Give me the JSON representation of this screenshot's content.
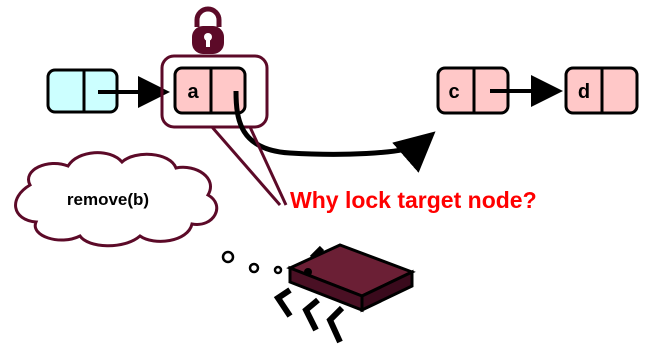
{
  "nodes": {
    "sentinel": {
      "label": ""
    },
    "a": {
      "label": "a"
    },
    "c": {
      "label": "c"
    },
    "d": {
      "label": "d"
    }
  },
  "question": {
    "text": "Why lock target node?",
    "color": "#ff0000"
  },
  "thought": {
    "text": "remove(b)"
  },
  "colors": {
    "node_fill": "#ffc8c8",
    "sentinel_fill": "#ccffff",
    "lock_color": "#5c0a28",
    "chip_color": "#6b1f35",
    "line_color": "#000000"
  },
  "icons": {
    "lock": "padlock-icon",
    "thread": "cpu-chip-icon",
    "thought": "thought-bubble-icon"
  }
}
